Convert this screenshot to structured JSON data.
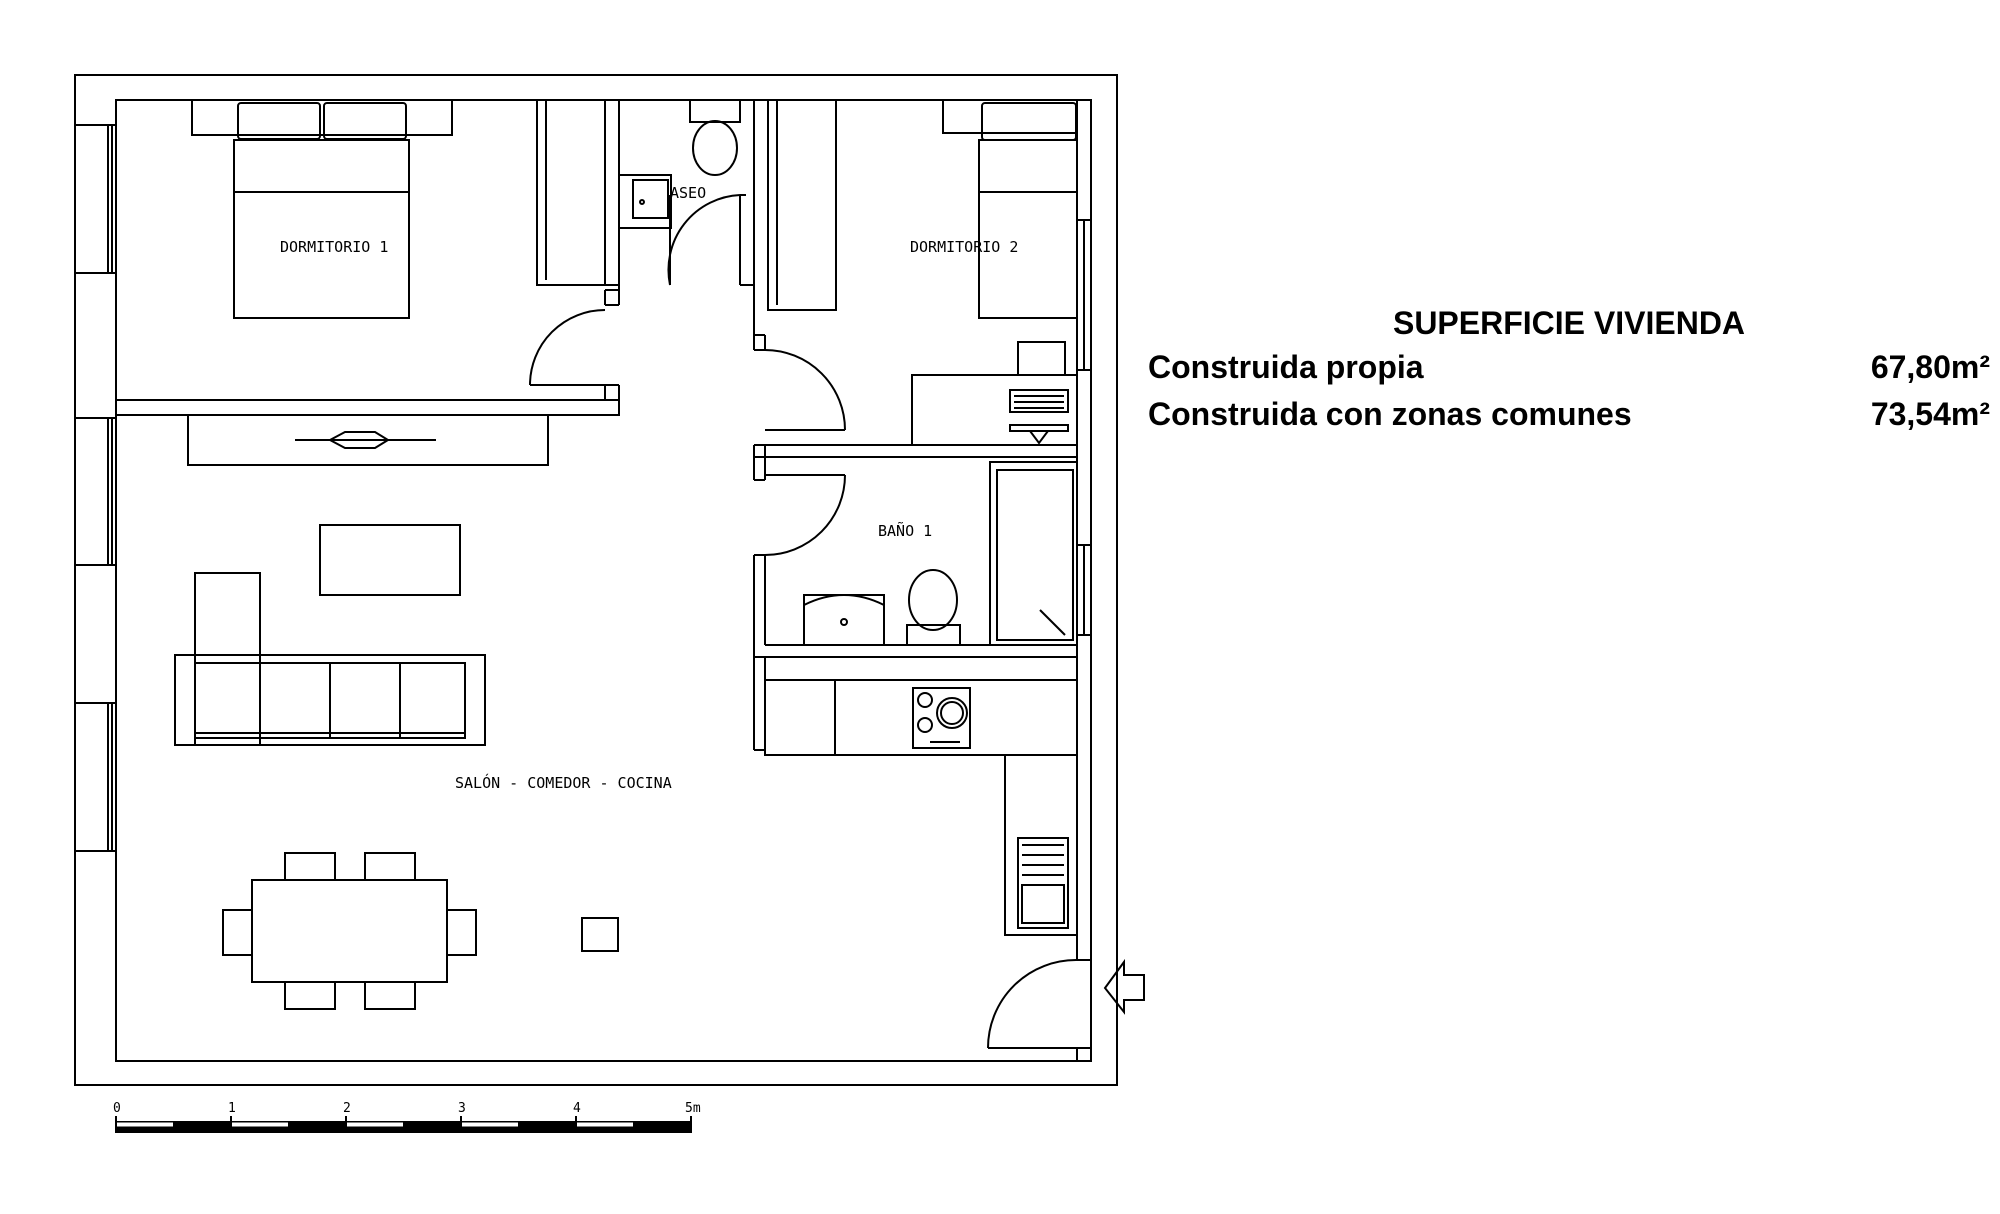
{
  "rooms": {
    "dormitorio1": "DORMITORIO 1",
    "aseo": "ASEO",
    "dormitorio2": "DORMITORIO 2",
    "bano1": "BAÑO 1",
    "salon": "SALÓN - COMEDOR - COCINA"
  },
  "scale": {
    "ticks": [
      "0",
      "1",
      "2",
      "3",
      "4",
      "5m"
    ]
  },
  "area": {
    "title": "SUPERFICIE VIVIENDA",
    "rows": [
      {
        "label": "Construida propia",
        "value": "67,80m²"
      },
      {
        "label": "Construida con zonas comunes",
        "value": "73,54m²"
      }
    ]
  }
}
